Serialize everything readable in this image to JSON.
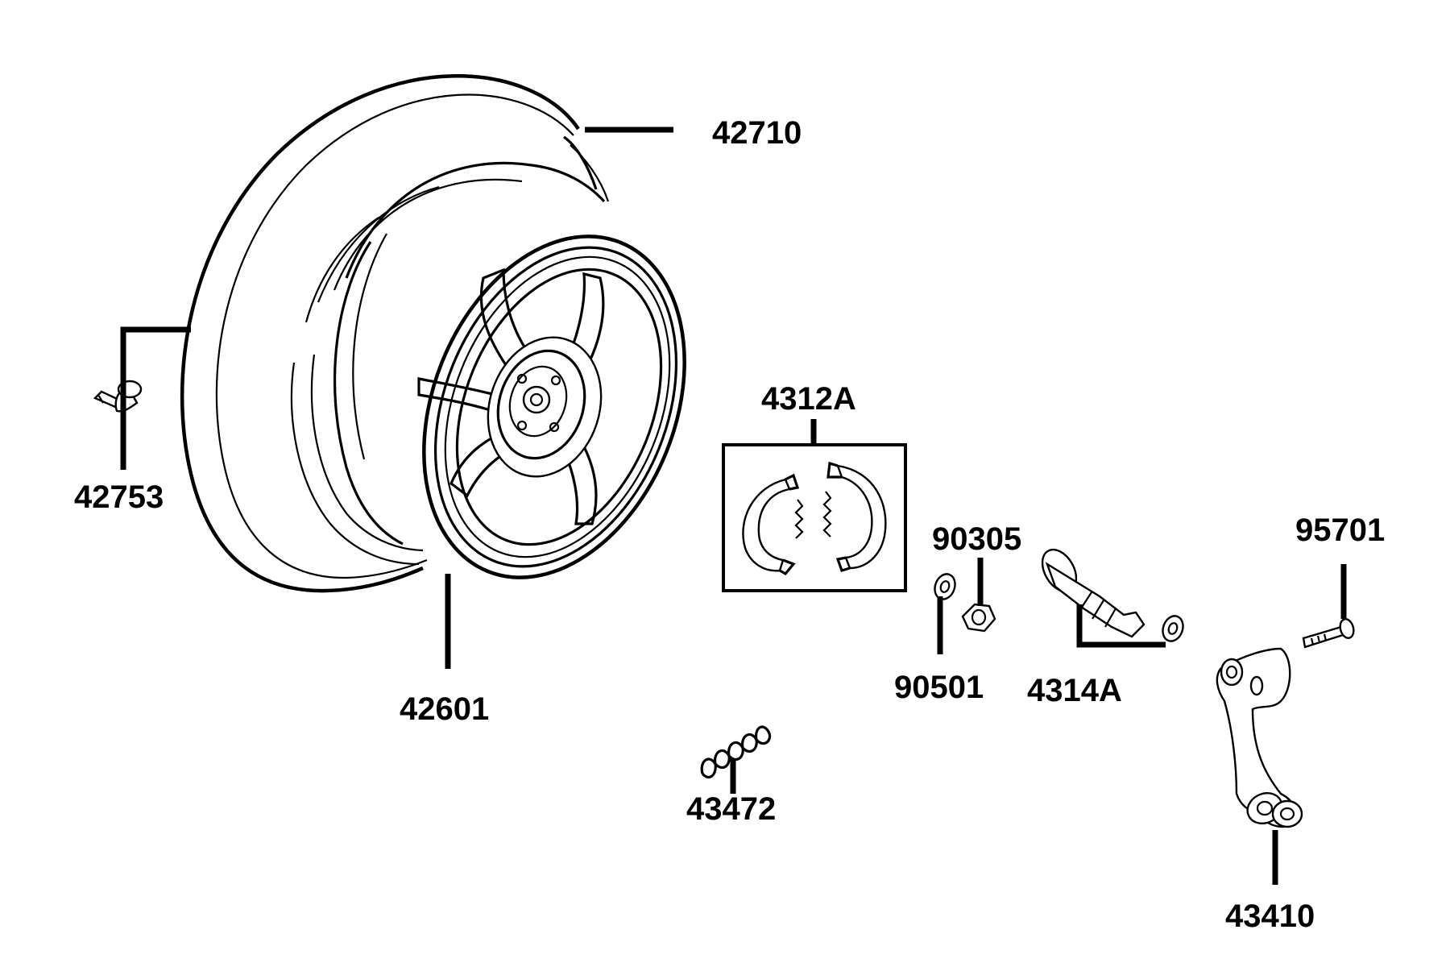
{
  "parts": {
    "tire": "42710",
    "valve": "42753",
    "rim": "42601",
    "brake_shoe_set": "4312A",
    "washer_nut": "90305",
    "washer": "90501",
    "axle_kit": "4314A",
    "bolt": "95701",
    "spring": "43472",
    "brake_arm": "43410"
  },
  "colors": {
    "line": "#000000",
    "background": "#ffffff"
  }
}
